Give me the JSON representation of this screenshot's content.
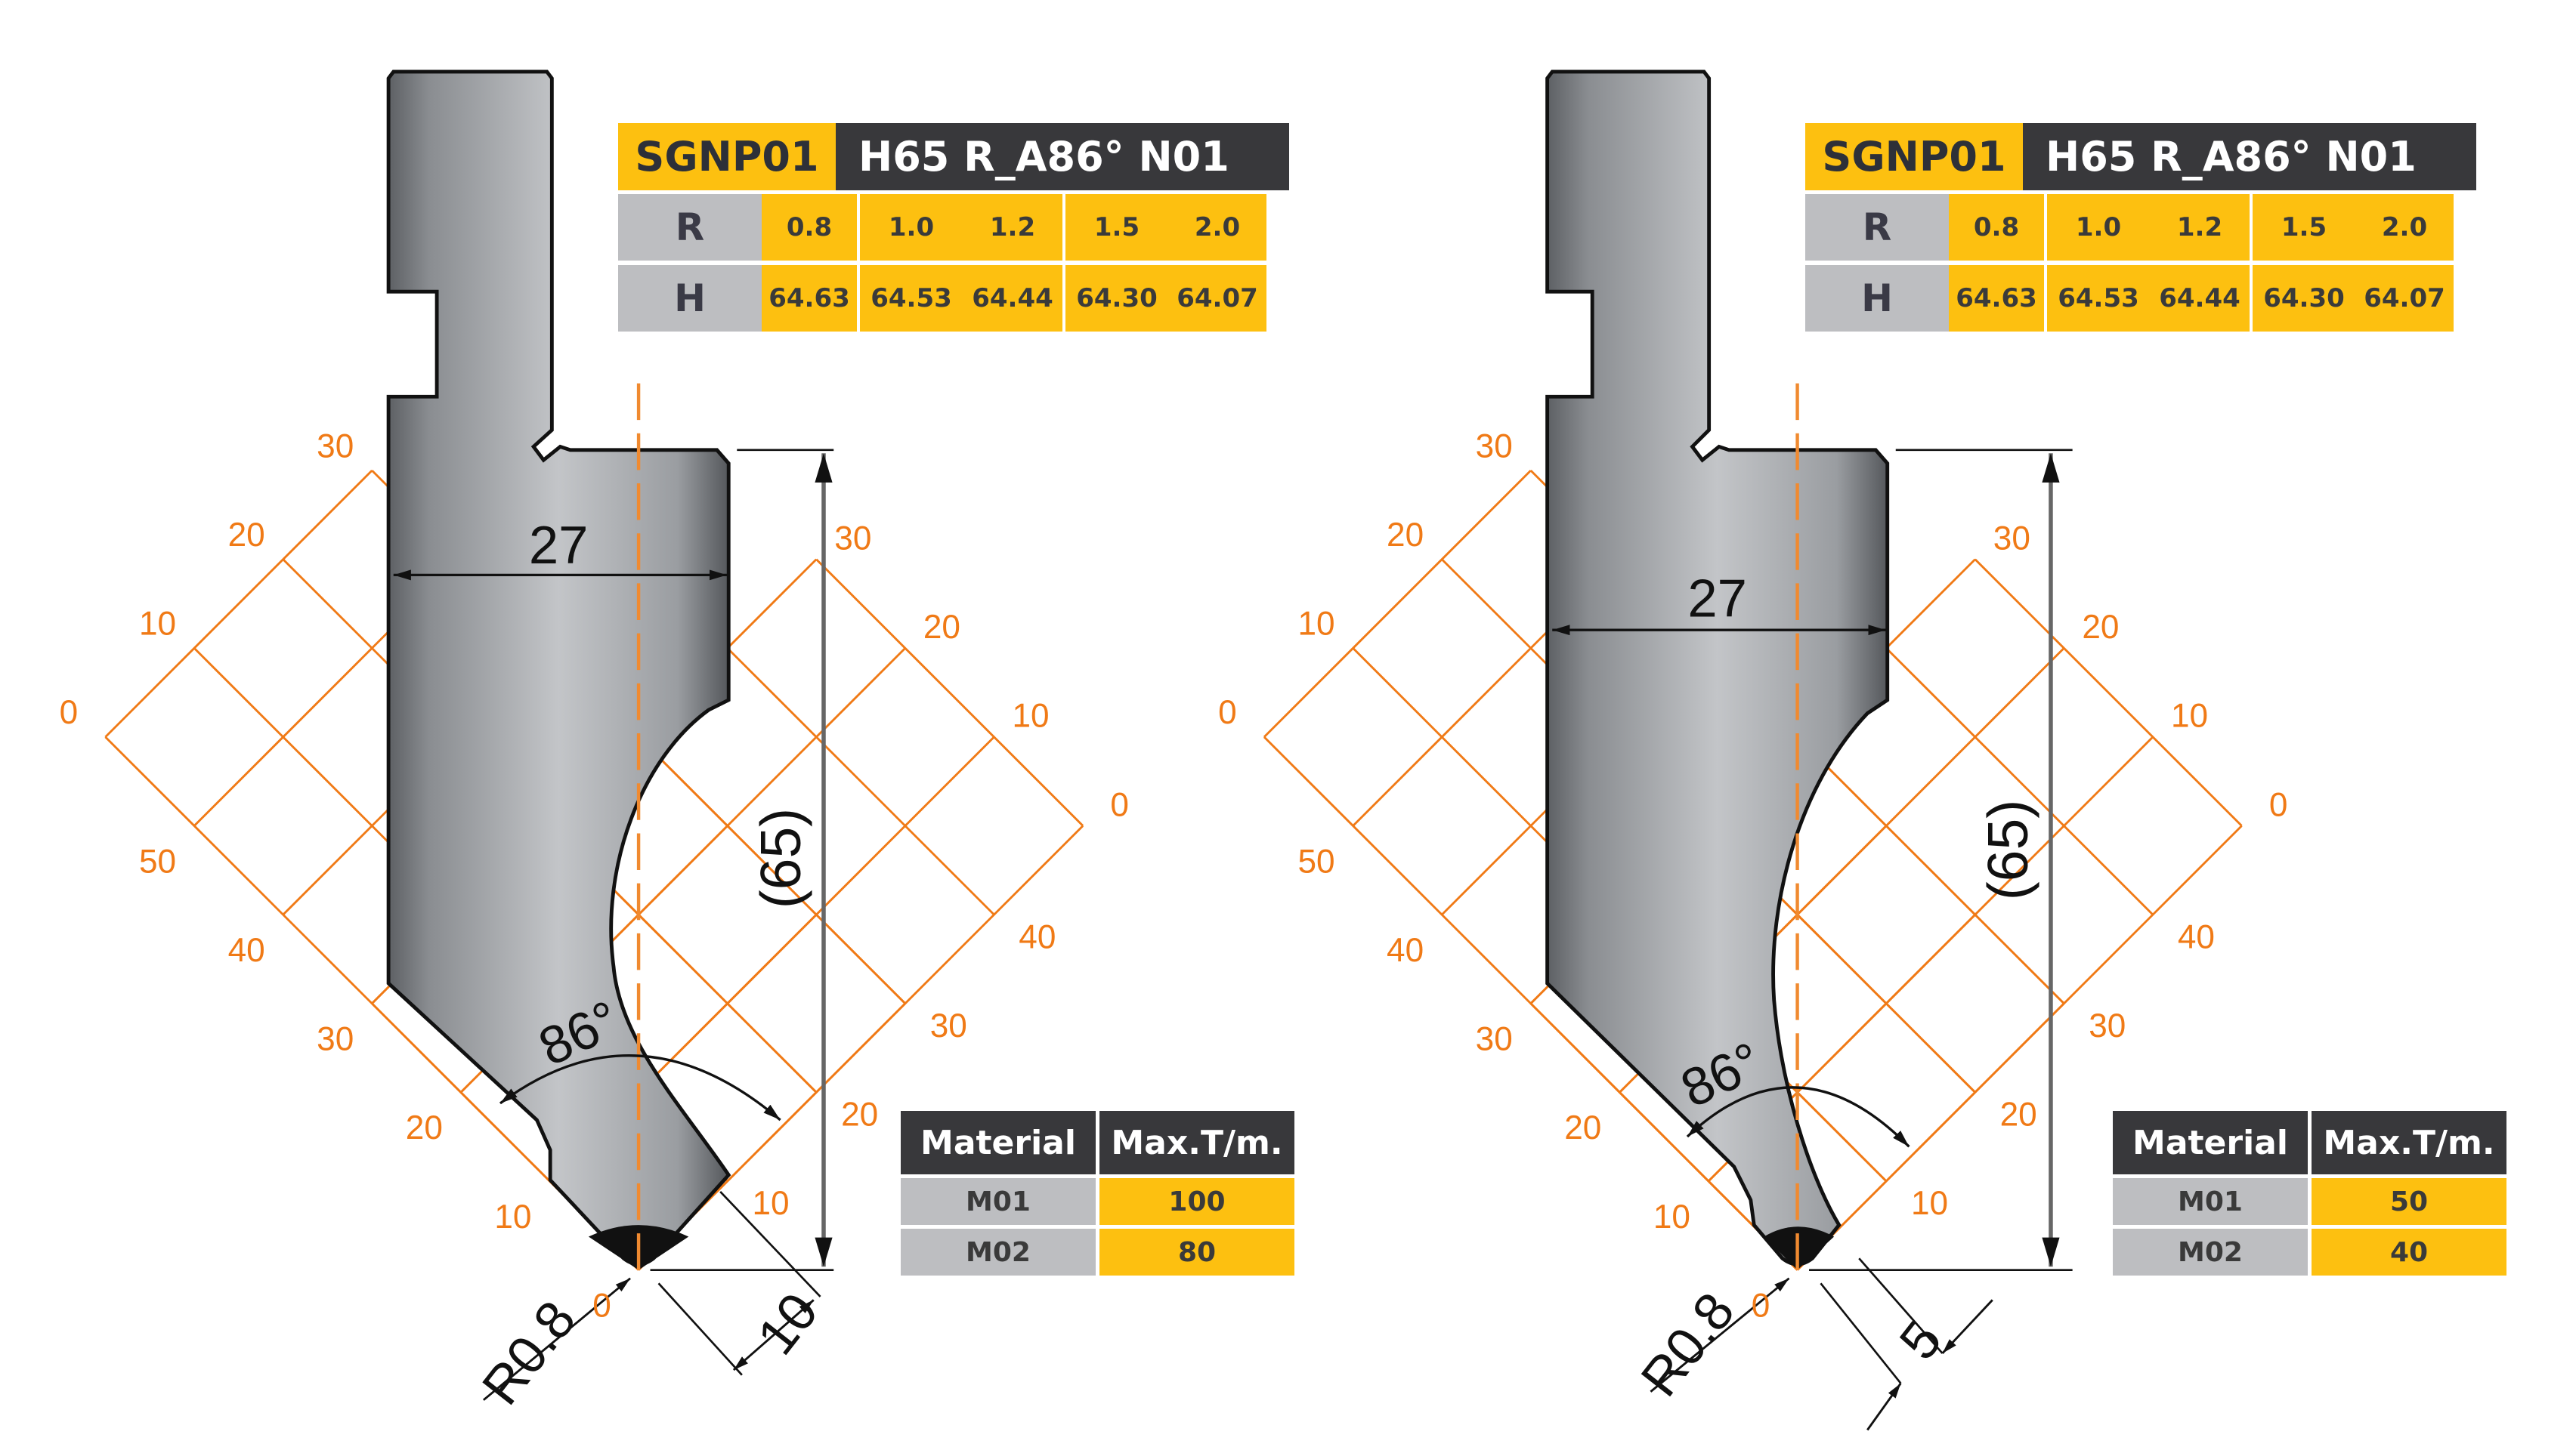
{
  "colors": {
    "accent_yellow": "#fdc010",
    "header_dark": "#38383b",
    "label_gray": "#bdbec1",
    "grid_orange": "#f07a16",
    "outline": "#111111"
  },
  "tools": [
    {
      "id": "left",
      "spec_table": {
        "code": "SGNP01",
        "name": "H65 R_A86° N01",
        "r_label": "R",
        "h_label": "H",
        "r_values": [
          "0.8",
          "1.0",
          "1.2",
          "1.5",
          "2.0"
        ],
        "h_values": [
          "64.63",
          "64.53",
          "64.44",
          "64.30",
          "64.07"
        ]
      },
      "material_table": {
        "headers": [
          "Material",
          "Max.T/m."
        ],
        "rows": [
          {
            "material": "M01",
            "max": "100"
          },
          {
            "material": "M02",
            "max": "80"
          }
        ]
      },
      "dimensions": {
        "width": "27",
        "height": "(65)",
        "angle": "86°",
        "radius": "R0.8",
        "tip_length": "10"
      },
      "grid_labels": {
        "left_upper": [
          "30",
          "20",
          "10",
          "0"
        ],
        "left_lower": [
          "50",
          "40",
          "30",
          "20",
          "10",
          "0"
        ],
        "right_upper": [
          "30",
          "20",
          "10",
          "0"
        ],
        "right_lower": [
          "40",
          "30",
          "20",
          "10"
        ]
      }
    },
    {
      "id": "right",
      "spec_table": {
        "code": "SGNP01",
        "name": "H65 R_A86° N01",
        "r_label": "R",
        "h_label": "H",
        "r_values": [
          "0.8",
          "1.0",
          "1.2",
          "1.5",
          "2.0"
        ],
        "h_values": [
          "64.63",
          "64.53",
          "64.44",
          "64.30",
          "64.07"
        ]
      },
      "material_table": {
        "headers": [
          "Material",
          "Max.T/m."
        ],
        "rows": [
          {
            "material": "M01",
            "max": "50"
          },
          {
            "material": "M02",
            "max": "40"
          }
        ]
      },
      "dimensions": {
        "width": "27",
        "height": "(65)",
        "angle": "86°",
        "radius": "R0.8",
        "tip_length": "5"
      },
      "grid_labels": {
        "left_upper": [
          "30",
          "20",
          "10",
          "0"
        ],
        "left_lower": [
          "50",
          "40",
          "30",
          "20",
          "10",
          "0"
        ],
        "right_upper": [
          "30",
          "20",
          "10",
          "0"
        ],
        "right_lower": [
          "40",
          "30",
          "20",
          "10"
        ]
      }
    }
  ]
}
